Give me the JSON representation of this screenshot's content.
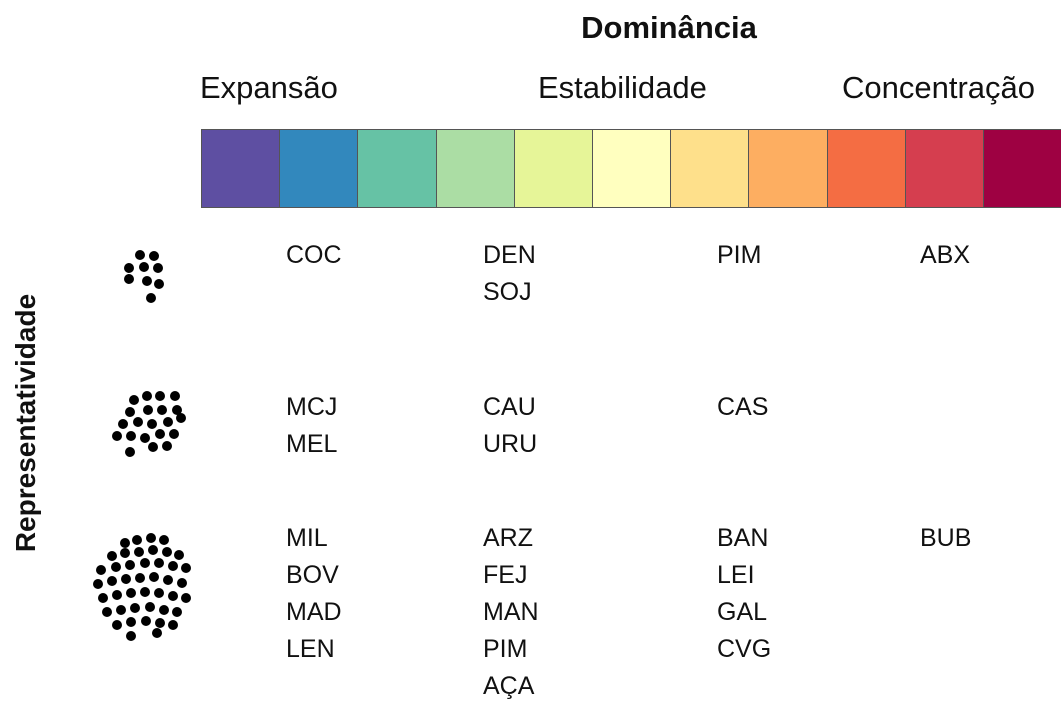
{
  "title": "Dominância",
  "regimes": [
    "Expansão",
    "Estabilidade",
    "Concentração"
  ],
  "y_axis_label": "Representatividade",
  "color_scale": [
    "#5e4fa2",
    "#3288bd",
    "#66c2a5",
    "#abdda4",
    "#e6f598",
    "#ffffbf",
    "#fee08b",
    "#fdae61",
    "#f46d43",
    "#d53e4f",
    "#9e0142"
  ],
  "icons": [
    "few-dots-icon",
    "medium-dots-icon",
    "many-dots-icon"
  ],
  "rows": [
    [
      [
        "COC"
      ],
      [
        "DEN",
        "SOJ"
      ],
      [
        "PIM"
      ],
      [
        "ABX"
      ]
    ],
    [
      [
        "MCJ",
        "MEL"
      ],
      [
        "CAU",
        "URU"
      ],
      [
        "CAS"
      ],
      []
    ],
    [
      [
        "MIL",
        "BOV",
        "MAD",
        "LEN"
      ],
      [
        "ARZ",
        "FEJ",
        "MAN",
        "PIM",
        "AÇA"
      ],
      [
        "BAN",
        "LEI",
        "GAL",
        "CVG"
      ],
      [
        "BUB"
      ]
    ]
  ]
}
